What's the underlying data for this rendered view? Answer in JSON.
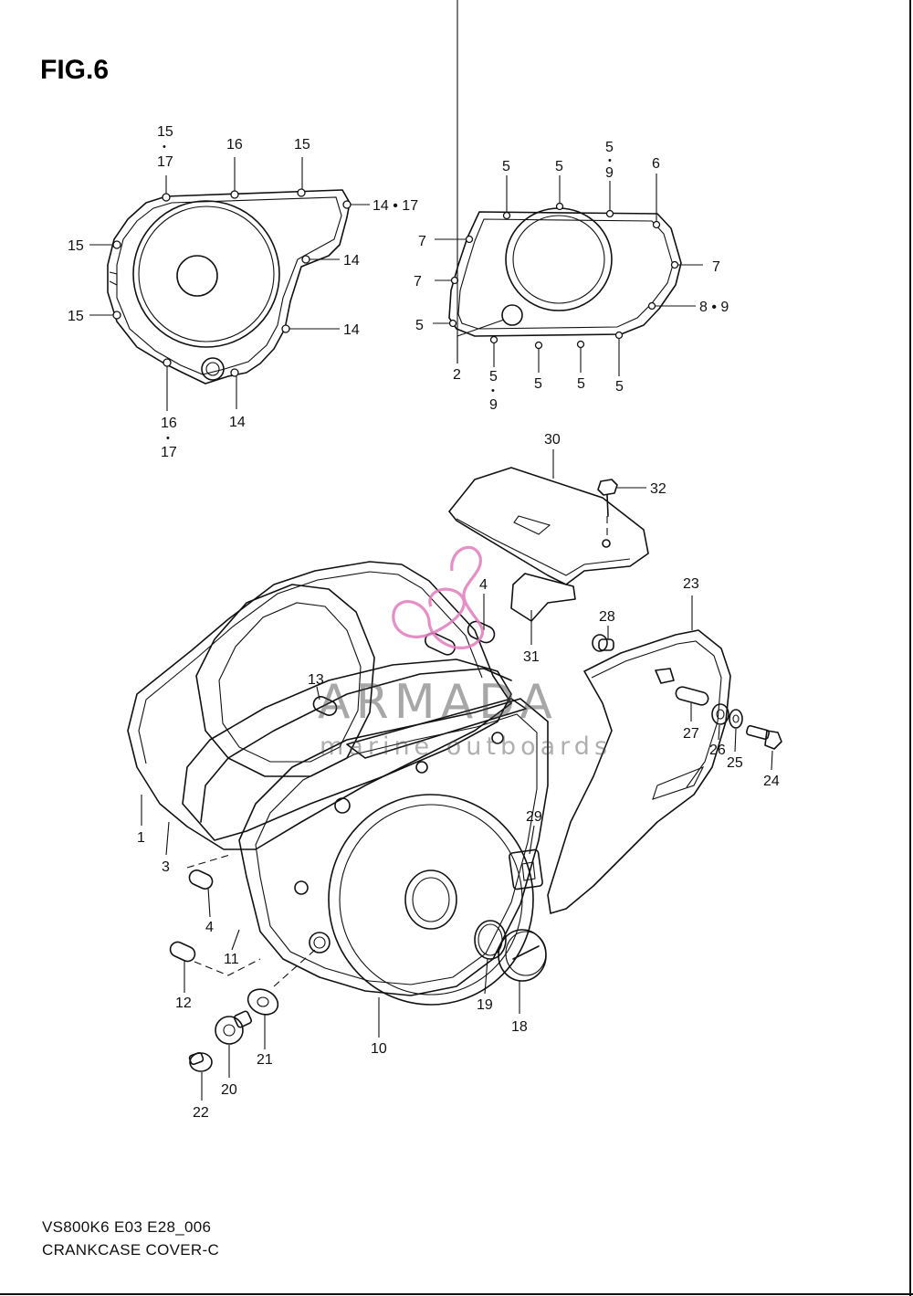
{
  "figure": {
    "title": "FIG.6",
    "model_code": "VS800K6 E03 E28_006",
    "section_name": "CRANKCASE COVER-C"
  },
  "watermark": {
    "brand": "ARMADA",
    "tagline": "marine outboards",
    "logo_color": "#e27bbd"
  },
  "callouts": [
    {
      "id": "c-15a",
      "text": "15"
    },
    {
      "id": "c-dot1",
      "text": "•"
    },
    {
      "id": "c-17a",
      "text": "17"
    },
    {
      "id": "c-16a",
      "text": "16"
    },
    {
      "id": "c-15b",
      "text": "15"
    },
    {
      "id": "c-14-17",
      "text": "14 • 17"
    },
    {
      "id": "c-15c",
      "text": "15"
    },
    {
      "id": "c-14a",
      "text": "14"
    },
    {
      "id": "c-15d",
      "text": "15"
    },
    {
      "id": "c-14b",
      "text": "14"
    },
    {
      "id": "c-16b",
      "text": "16"
    },
    {
      "id": "c-dot2",
      "text": "•"
    },
    {
      "id": "c-17b",
      "text": "17"
    },
    {
      "id": "c-14c",
      "text": "14"
    },
    {
      "id": "c-5a",
      "text": "5"
    },
    {
      "id": "c-5b",
      "text": "5"
    },
    {
      "id": "c-5c",
      "text": "5"
    },
    {
      "id": "c-dot3",
      "text": "•"
    },
    {
      "id": "c-9a",
      "text": "9"
    },
    {
      "id": "c-6",
      "text": "6"
    },
    {
      "id": "c-7a",
      "text": "7"
    },
    {
      "id": "c-7b",
      "text": "7"
    },
    {
      "id": "c-7c",
      "text": "7"
    },
    {
      "id": "c-8-9",
      "text": "8 • 9"
    },
    {
      "id": "c-5d",
      "text": "5"
    },
    {
      "id": "c-2",
      "text": "2"
    },
    {
      "id": "c-5e",
      "text": "5"
    },
    {
      "id": "c-dot4",
      "text": "•"
    },
    {
      "id": "c-9b",
      "text": "9"
    },
    {
      "id": "c-5f",
      "text": "5"
    },
    {
      "id": "c-5g",
      "text": "5"
    },
    {
      "id": "c-5h",
      "text": "5"
    },
    {
      "id": "c-30",
      "text": "30"
    },
    {
      "id": "c-32",
      "text": "32"
    },
    {
      "id": "c-4a",
      "text": "4"
    },
    {
      "id": "c-23",
      "text": "23"
    },
    {
      "id": "c-28",
      "text": "28"
    },
    {
      "id": "c-31",
      "text": "31"
    },
    {
      "id": "c-13",
      "text": "13"
    },
    {
      "id": "c-27",
      "text": "27"
    },
    {
      "id": "c-26",
      "text": "26"
    },
    {
      "id": "c-25",
      "text": "25"
    },
    {
      "id": "c-24",
      "text": "24"
    },
    {
      "id": "c-1",
      "text": "1"
    },
    {
      "id": "c-3",
      "text": "3"
    },
    {
      "id": "c-29",
      "text": "29"
    },
    {
      "id": "c-4b",
      "text": "4"
    },
    {
      "id": "c-11",
      "text": "11"
    },
    {
      "id": "c-12",
      "text": "12"
    },
    {
      "id": "c-19",
      "text": "19"
    },
    {
      "id": "c-18",
      "text": "18"
    },
    {
      "id": "c-10",
      "text": "10"
    },
    {
      "id": "c-21",
      "text": "21"
    },
    {
      "id": "c-20",
      "text": "20"
    },
    {
      "id": "c-22",
      "text": "22"
    }
  ]
}
